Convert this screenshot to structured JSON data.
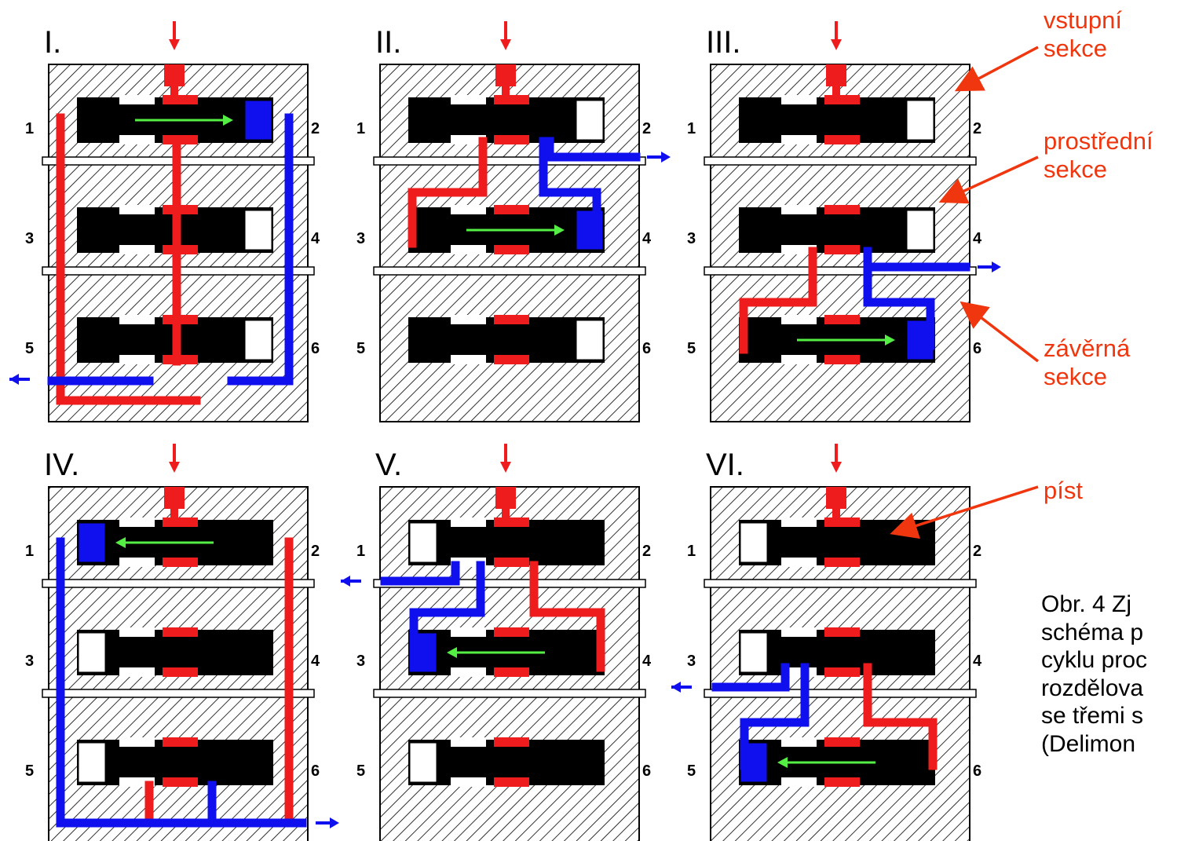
{
  "panels": [
    {
      "roman": "I.",
      "ports": {
        "left": [
          "1",
          "3",
          "5"
        ],
        "right": [
          "2",
          "4",
          "6"
        ]
      }
    },
    {
      "roman": "II.",
      "ports": {
        "left": [
          "1",
          "3",
          "5"
        ],
        "right": [
          "2",
          "4",
          "6"
        ]
      }
    },
    {
      "roman": "III.",
      "ports": {
        "left": [
          "1",
          "3",
          "5"
        ],
        "right": [
          "2",
          "4",
          "6"
        ]
      }
    },
    {
      "roman": "IV.",
      "ports": {
        "left": [
          "1",
          "3",
          "5"
        ],
        "right": [
          "2",
          "4",
          "6"
        ]
      }
    },
    {
      "roman": "V.",
      "ports": {
        "left": [
          "1",
          "3",
          "5"
        ],
        "right": [
          "2",
          "4",
          "6"
        ]
      }
    },
    {
      "roman": "VI.",
      "ports": {
        "left": [
          "1",
          "3",
          "5"
        ],
        "right": [
          "2",
          "4",
          "6"
        ]
      }
    }
  ],
  "annotations": {
    "vstupni": [
      "vstupní",
      "sekce"
    ],
    "prostredni": [
      "prostřední",
      "sekce"
    ],
    "zaverna": [
      "závěrná",
      "sekce"
    ],
    "pist": "píst"
  },
  "caption_lines": [
    "Obr. 4  Zj",
    "schéma p",
    "cyklu proc",
    "rozdělova",
    "se třemi s",
    "(Delimon"
  ],
  "colors": {
    "pressure": "#ee1c1c",
    "return": "#1010ee",
    "piston": "#000000",
    "flow_arrow": "#55ee44",
    "annotation": "#f0360e",
    "hatch": "#000000"
  }
}
